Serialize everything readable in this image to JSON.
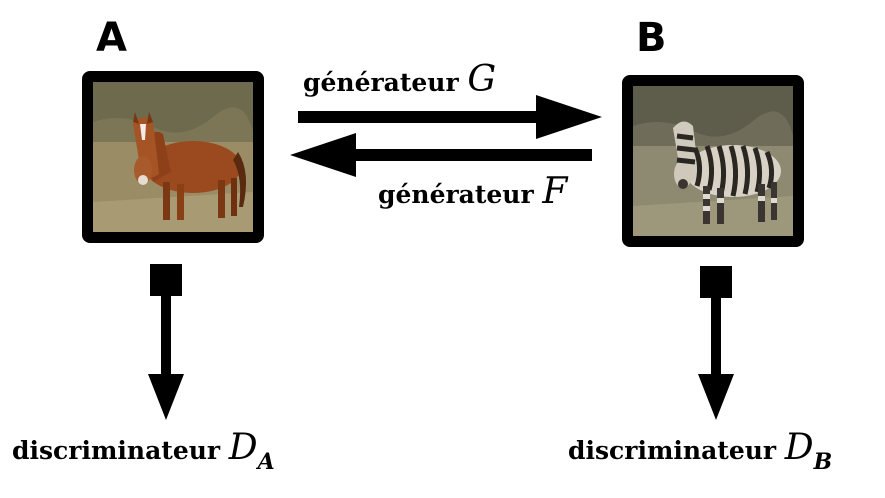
{
  "domain_a": {
    "label": "A"
  },
  "domain_b": {
    "label": "B"
  },
  "generator_g": {
    "text": "générateur",
    "symbol": "G"
  },
  "generator_f": {
    "text": "générateur",
    "symbol": "F"
  },
  "discriminator_a": {
    "text": "discriminateur",
    "symbol": "D",
    "subscript": "A"
  },
  "discriminator_b": {
    "text": "discriminateur",
    "symbol": "D",
    "subscript": "B"
  },
  "images": {
    "a": "horse-photo",
    "b": "zebra-photo"
  }
}
